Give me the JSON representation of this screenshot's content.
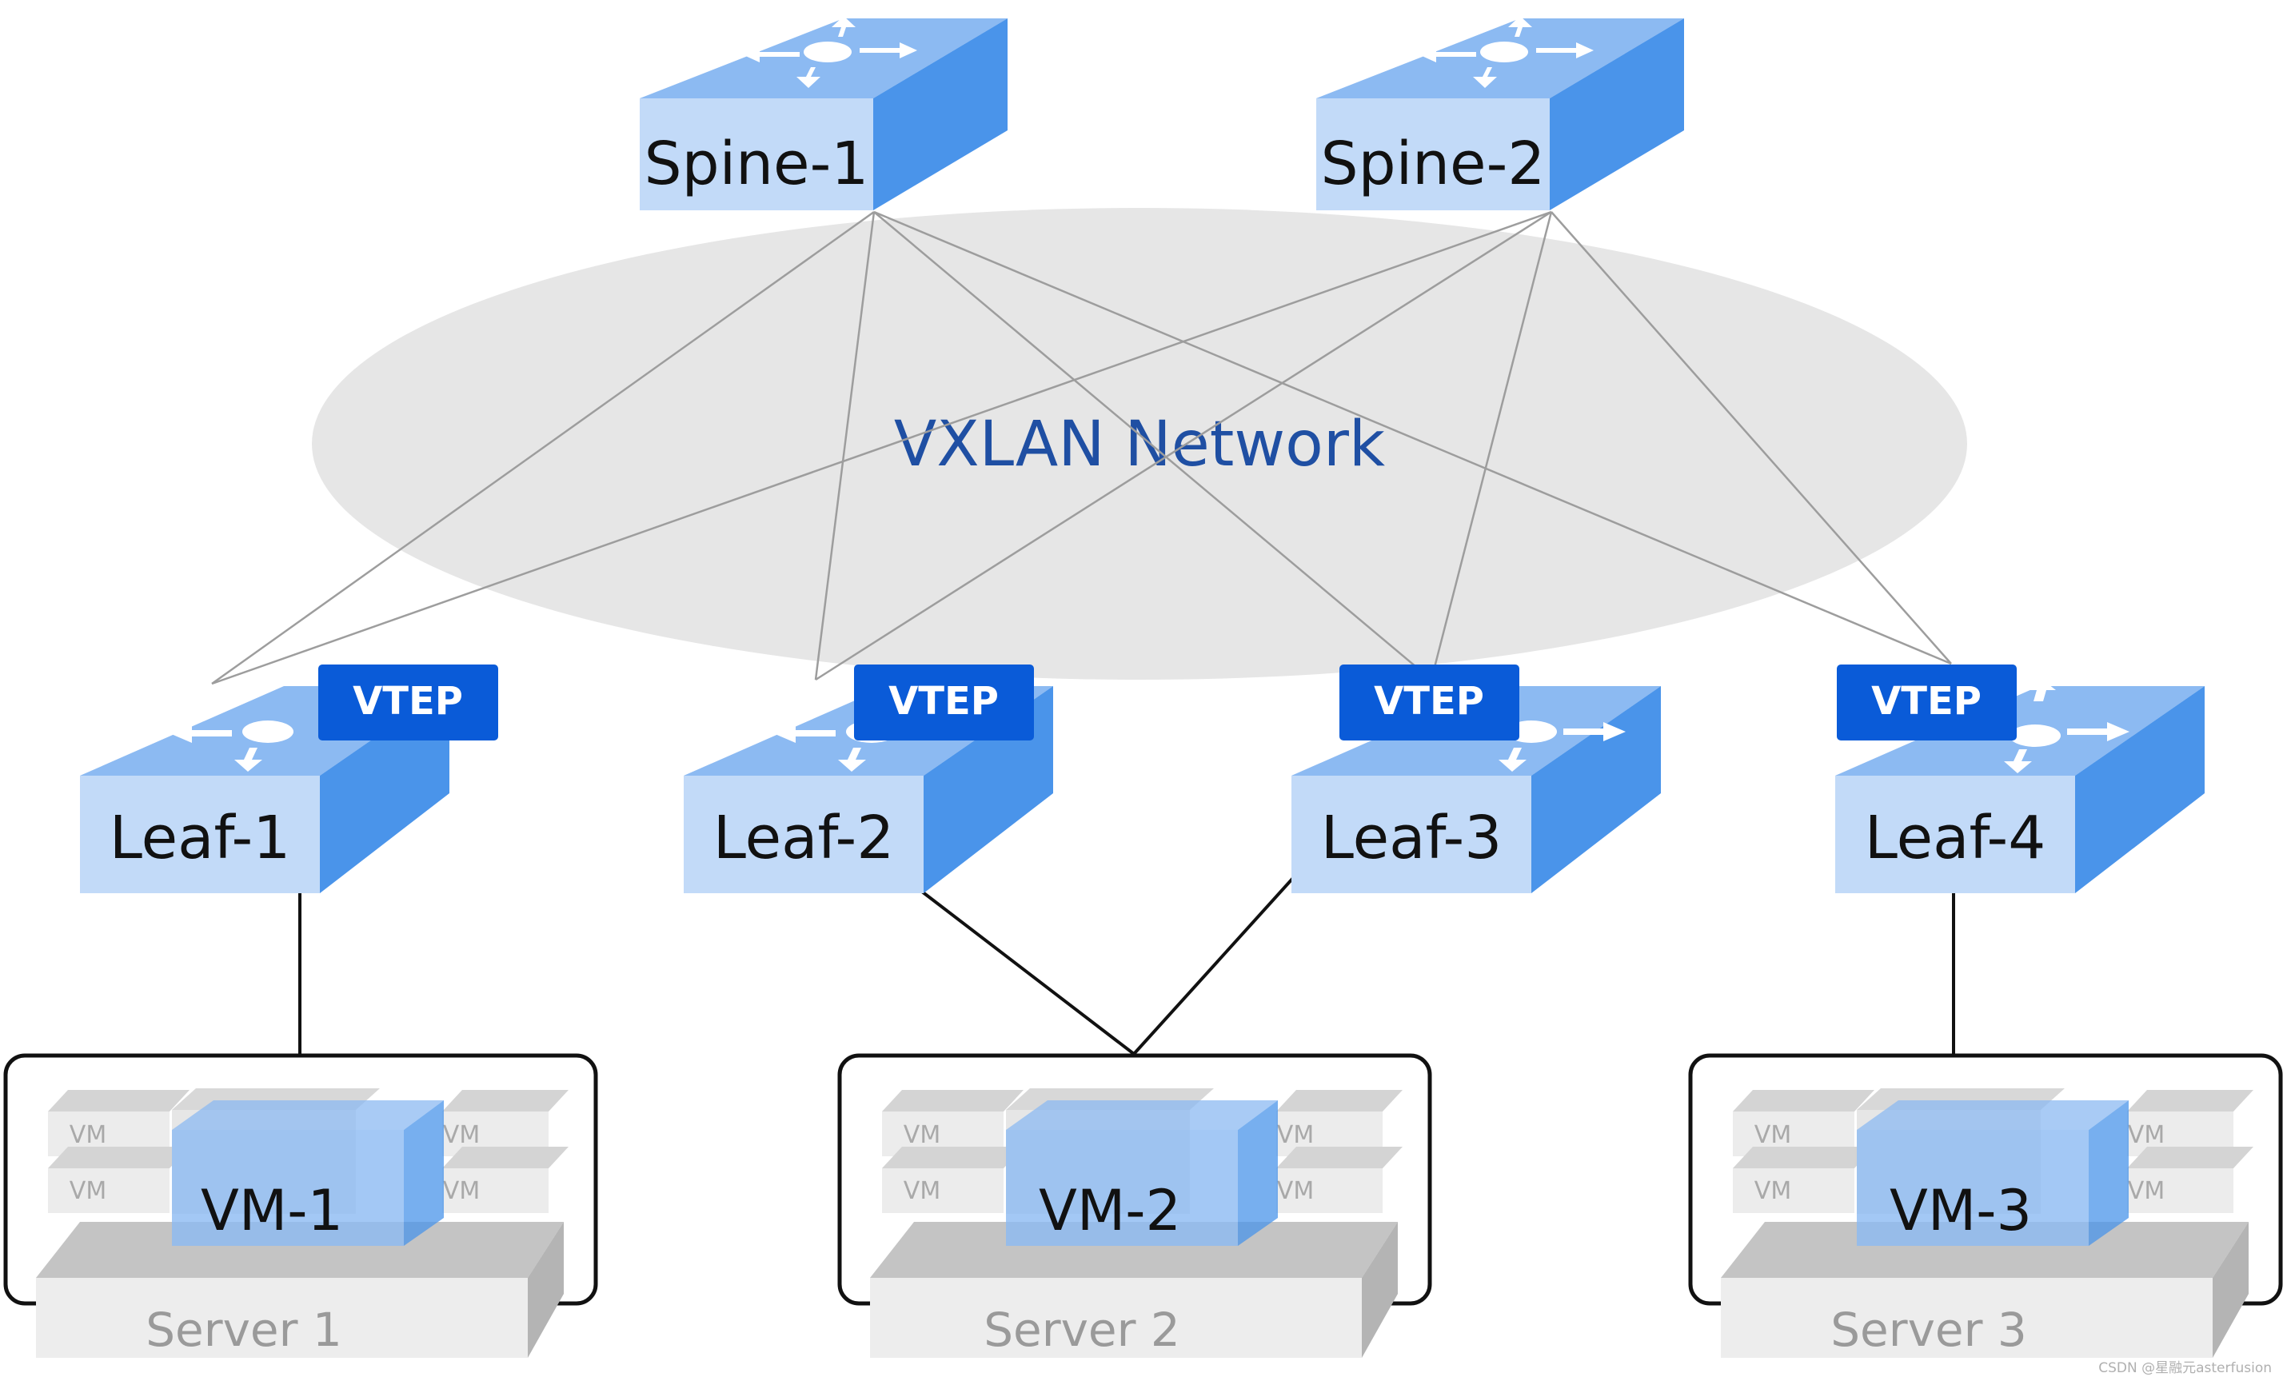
{
  "network": {
    "label": "VXLAN Network"
  },
  "spines": [
    {
      "label": "Spine-1"
    },
    {
      "label": "Spine-2"
    }
  ],
  "leaves": [
    {
      "label": "Leaf-1",
      "badge": "VTEP"
    },
    {
      "label": "Leaf-2",
      "badge": "VTEP"
    },
    {
      "label": "Leaf-3",
      "badge": "VTEP"
    },
    {
      "label": "Leaf-4",
      "badge": "VTEP"
    }
  ],
  "servers": [
    {
      "label": "Server 1",
      "vm_label": "VM-1",
      "small_vm_label": "VM"
    },
    {
      "label": "Server 2",
      "vm_label": "VM-2",
      "small_vm_label": "VM"
    },
    {
      "label": "Server 3",
      "vm_label": "VM-3",
      "small_vm_label": "VM"
    }
  ],
  "colors": {
    "switch_front": "#c2daf8",
    "switch_top": "#8cbaf2",
    "switch_side": "#4a94ea",
    "vtep": "#0a5bd8",
    "network_ellipse": "#e6e6e6",
    "network_text": "#1f4fa3"
  },
  "watermark": "CSDN @星融元asterfusion"
}
